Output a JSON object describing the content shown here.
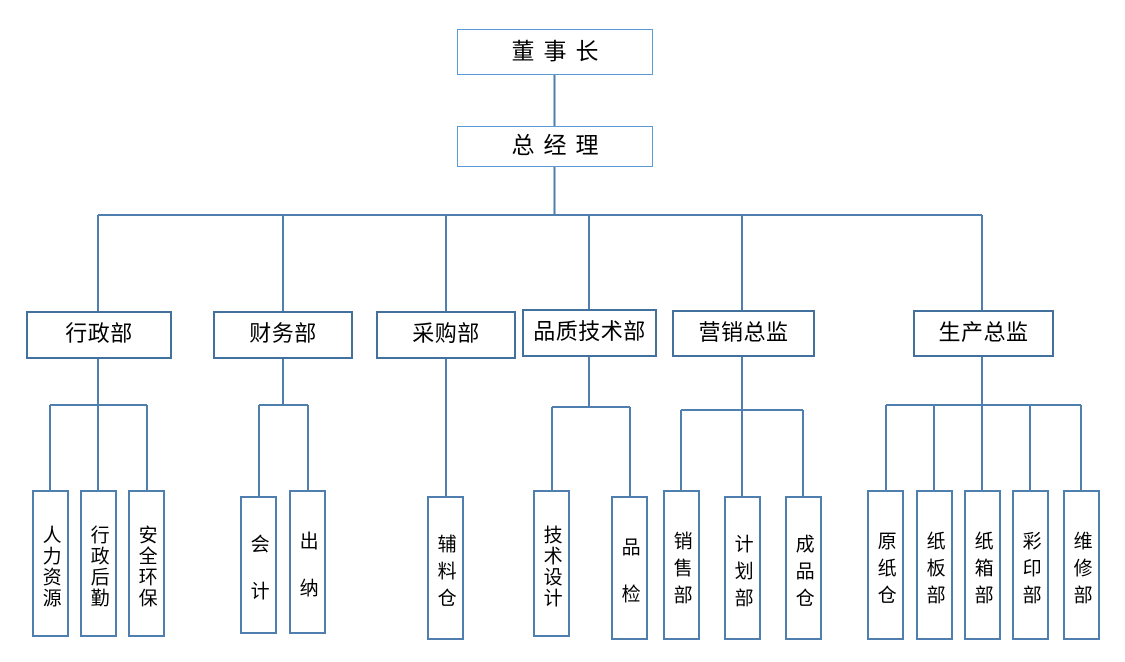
{
  "chart_data": {
    "type": "diagram",
    "title": "",
    "diagram_kind": "organization-chart",
    "orientation": "top-down",
    "colors": {
      "exec_border": "#5B9BD5",
      "dept_border": "#41719C",
      "leaf_border": "#4E7FAE",
      "connector": "#4E7FAE",
      "background": "#FFFFFF",
      "text": "#000000"
    },
    "levels": [
      "executive",
      "department",
      "unit"
    ]
  },
  "nodes": {
    "chairman": {
      "label": "董事长",
      "level": "executive"
    },
    "general_manager": {
      "label": "总经理",
      "level": "executive"
    },
    "departments": [
      {
        "id": "admin",
        "label": "行政部"
      },
      {
        "id": "finance",
        "label": "财务部"
      },
      {
        "id": "purchasing",
        "label": "采购部"
      },
      {
        "id": "quality_tech",
        "label": "品质技术部"
      },
      {
        "id": "marketing_director",
        "label": "营销总监"
      },
      {
        "id": "production_director",
        "label": "生产总监"
      }
    ],
    "units": {
      "admin": [
        {
          "id": "hr",
          "label": "人力资源"
        },
        {
          "id": "admin_logistics",
          "label": "行政后勤"
        },
        {
          "id": "safety_env",
          "label": "安全环保"
        }
      ],
      "finance": [
        {
          "id": "accounting",
          "label": "会计"
        },
        {
          "id": "cashier",
          "label": "出纳"
        }
      ],
      "purchasing": [
        {
          "id": "aux_warehouse",
          "label": "辅料仓"
        }
      ],
      "quality_tech": [
        {
          "id": "tech_design",
          "label": "技术设计"
        },
        {
          "id": "quality_inspection",
          "label": "品检"
        }
      ],
      "marketing_director": [
        {
          "id": "sales_dept",
          "label": "销售部"
        },
        {
          "id": "planning_dept",
          "label": "计划部"
        },
        {
          "id": "finished_warehouse",
          "label": "成品仓"
        }
      ],
      "production_director": [
        {
          "id": "paper_warehouse",
          "label": "原纸仓"
        },
        {
          "id": "cardboard_dept",
          "label": "纸板部"
        },
        {
          "id": "carton_dept",
          "label": "纸箱部"
        },
        {
          "id": "color_print_dept",
          "label": "彩印部"
        },
        {
          "id": "maintenance_dept",
          "label": "维修部"
        }
      ]
    }
  }
}
